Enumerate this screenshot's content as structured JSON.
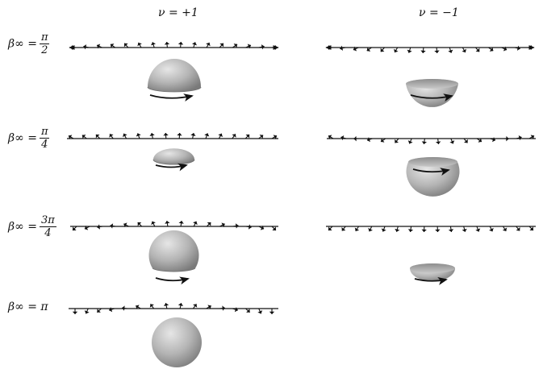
{
  "columns": [
    {
      "label": "ν = +1"
    },
    {
      "label": "ν = −1"
    }
  ],
  "rows": [
    {
      "lhs": "β∞ =",
      "num": "π",
      "den": "2",
      "plain": ""
    },
    {
      "lhs": "β∞ =",
      "num": "π",
      "den": "4",
      "plain": ""
    },
    {
      "lhs": "β∞ =",
      "num": "3π",
      "den": "4",
      "plain": ""
    },
    {
      "lhs": "β∞ =",
      "num": "",
      "den": "",
      "plain": "π"
    }
  ]
}
